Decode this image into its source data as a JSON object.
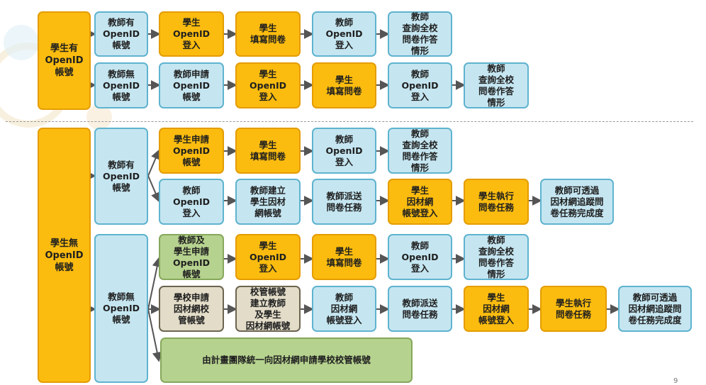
{
  "top": {
    "student": "學生有\nOpenID\n帳號",
    "row1": [
      "教師有\nOpenID\n帳號",
      "學生\nOpenID\n登入",
      "學生\n填寫問卷",
      "教師\nOpenID\n登入",
      "教師\n查詢全校\n問卷作答\n情形"
    ],
    "row2": [
      "教師無\nOpenID\n帳號",
      "教師申請\nOpenID\n帳號",
      "學生\nOpenID\n登入",
      "學生\n填寫問卷",
      "教師\nOpenID\n登入",
      "教師\n查詢全校\n問卷作答\n情形"
    ]
  },
  "bottom": {
    "student": "學生無\nOpenID\n帳號",
    "teacher_has": "教師有\nOpenID\n帳號",
    "teacher_none": "教師無\nOpenID\n帳號",
    "rowA": [
      "學生申請\nOpenID\n帳號",
      "學生\n填寫問卷",
      "教師\nOpenID\n登入",
      "教師\n查詢全校\n問卷作答\n情形"
    ],
    "rowB": [
      "教師\nOpenID\n登入",
      "教師建立\n學生因材\n網帳號",
      "教師派送\n問卷任務",
      "學生\n因材網\n帳號登入",
      "學生執行\n問卷任務",
      "教師可透過\n因材網追蹤問\n卷任務完成度"
    ],
    "rowC": [
      "教師及\n學生申請\nOpenID\n帳號",
      "學生\nOpenID\n登入",
      "學生\n填寫問卷",
      "教師\nOpenID\n登入",
      "教師\n查詢全校\n問卷作答\n情形"
    ],
    "rowD": [
      "學校申請\n因材網校\n管帳號",
      "校管帳號\n建立教師\n及學生\n因材網帳號",
      "教師\n因材網\n帳號登入",
      "教師派送\n問卷任務",
      "學生\n因材網\n帳號登入",
      "學生執行\n問卷任務",
      "教師可透過\n因材網追蹤問\n卷任務完成度"
    ],
    "rowE": "由計畫團隊統一向因材網申請學校校管帳號"
  },
  "page_number": "9",
  "colors": {
    "orange_fill": "#fbbc0f",
    "orange_border": "#e59c00",
    "blue_fill": "#c5e6f1",
    "blue_border": "#5fb3cf",
    "green_fill": "#b6d28f",
    "tan_fill": "#e2dcc8",
    "arrow": "#555555"
  }
}
